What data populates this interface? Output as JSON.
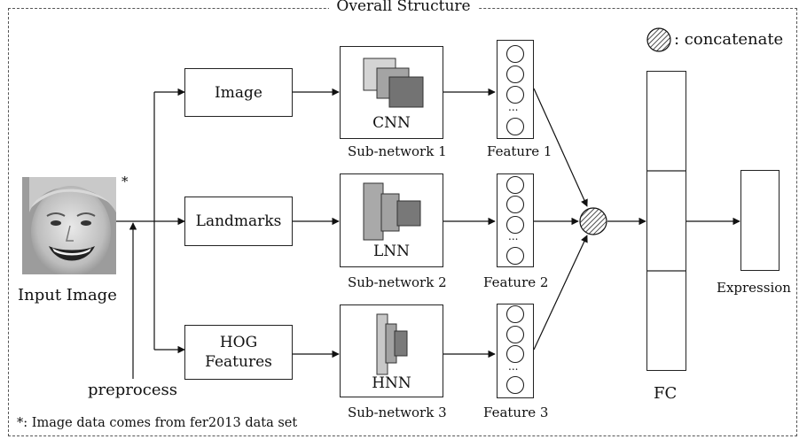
{
  "title": "Overall Structure",
  "legend": {
    "label": ": concatenate"
  },
  "input": {
    "label": "Input Image",
    "asterisk": "*"
  },
  "preprocess": "preprocess",
  "footnote": "*: Image data comes from fer2013 data set",
  "branches": [
    {
      "input_label": "Image",
      "net": "CNN",
      "subnet": "Sub-network 1",
      "feature": "Feature 1"
    },
    {
      "input_label": "Landmarks",
      "net": "LNN",
      "subnet": "Sub-network 2",
      "feature": "Feature 2"
    },
    {
      "input_label_line1": "HOG",
      "input_label_line2": "Features",
      "net": "HNN",
      "subnet": "Sub-network 3",
      "feature": "Feature 3"
    }
  ],
  "fc": "FC",
  "output": "Expression",
  "ellipsis": "..."
}
